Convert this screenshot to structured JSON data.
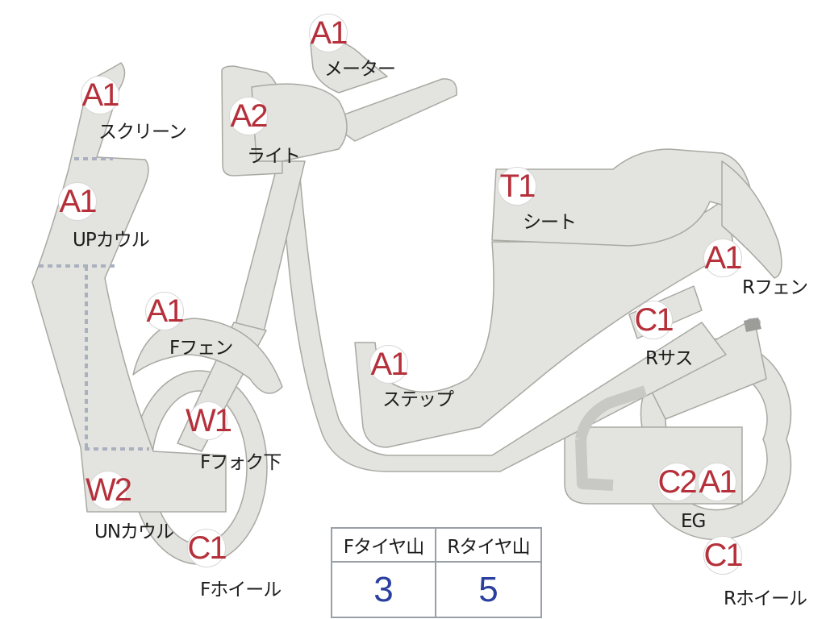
{
  "parts": [
    {
      "id": "screen",
      "grade": "A1",
      "label": "スクリーン"
    },
    {
      "id": "up-cowl",
      "grade": "A1",
      "label": "UPカウル"
    },
    {
      "id": "light",
      "grade": "A2",
      "label": "ライト"
    },
    {
      "id": "meter",
      "grade": "A1",
      "label": "メーター"
    },
    {
      "id": "seat",
      "grade": "T1",
      "label": "シート"
    },
    {
      "id": "r-fender",
      "grade": "A1",
      "label": "Rフェン"
    },
    {
      "id": "f-fender",
      "grade": "A1",
      "label": "Fフェン"
    },
    {
      "id": "step",
      "grade": "A1",
      "label": "ステップ"
    },
    {
      "id": "r-sus",
      "grade": "C1",
      "label": "Rサス"
    },
    {
      "id": "f-fork",
      "grade": "W1",
      "label": "Fフォク下"
    },
    {
      "id": "un-cowl",
      "grade": "W2",
      "label": "UNカウル"
    },
    {
      "id": "f-wheel",
      "grade": "C1",
      "label": "Fホイール"
    },
    {
      "id": "eg-c2",
      "grade": "C2",
      "label": "EG"
    },
    {
      "id": "eg-a1",
      "grade": "A1",
      "label": ""
    },
    {
      "id": "r-wheel",
      "grade": "C1",
      "label": "Rホイール"
    }
  ],
  "tire_table": {
    "headers": [
      "Fタイヤ山",
      "Rタイヤ山"
    ],
    "values": [
      "3",
      "5"
    ]
  },
  "colors": {
    "body_fill": "#e3e3df",
    "body_stroke": "#a9a9a3",
    "badge_text": "#b5303a",
    "table_value": "#2a3f9e"
  }
}
